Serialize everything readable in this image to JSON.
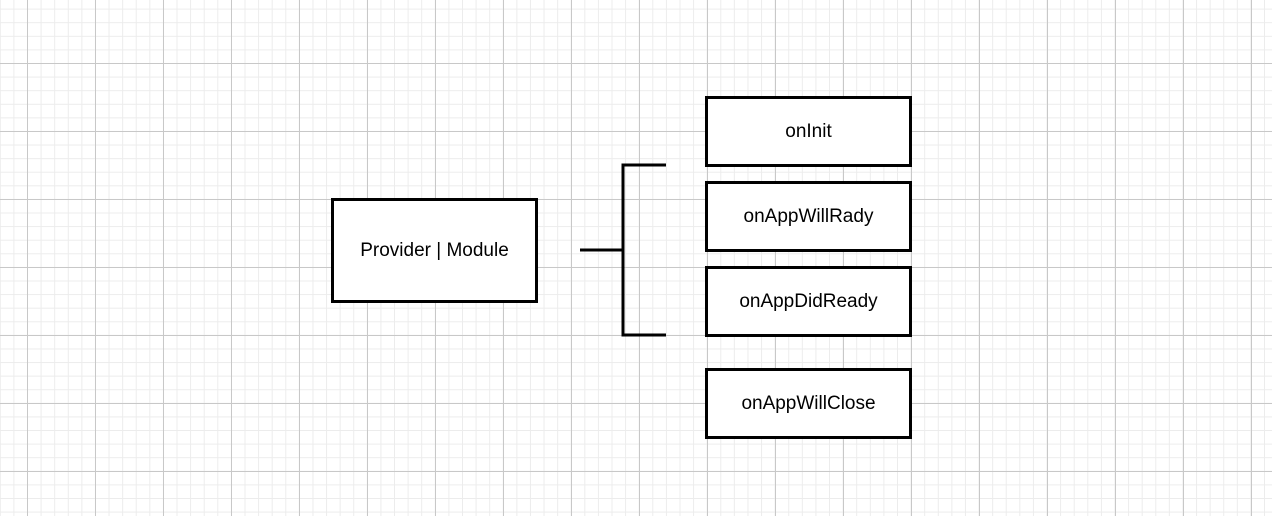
{
  "diagram": {
    "source": {
      "label": "Provider | Module"
    },
    "hooks": [
      {
        "label": "onInit"
      },
      {
        "label": "onAppWillRady"
      },
      {
        "label": "onAppDidReady"
      },
      {
        "label": "onAppWillClose"
      }
    ]
  },
  "colors": {
    "stroke": "#000000",
    "background": "#ffffff",
    "grid_major": "#c8c8c8",
    "grid_minor": "#ececec"
  }
}
